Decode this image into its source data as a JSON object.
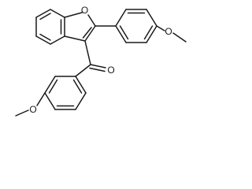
{
  "molecule": {
    "atom_labels": {
      "furan_oxygen": "O",
      "carbonyl_oxygen": "O",
      "methoxy_oxygen_right": "O",
      "methoxy_oxygen_left": "O"
    }
  }
}
